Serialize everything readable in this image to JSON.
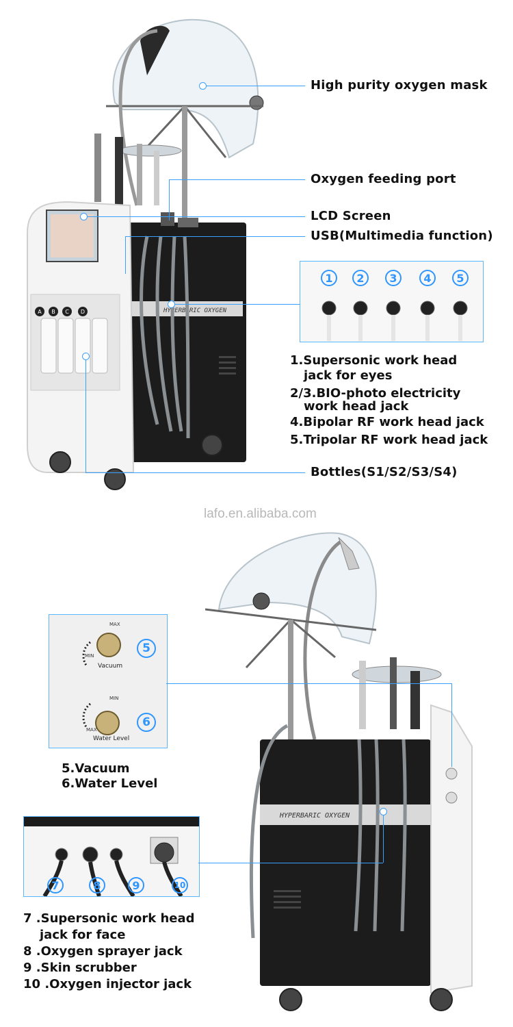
{
  "callouts": {
    "mask": "High purity oxygen mask",
    "feeding_port": "Oxygen feeding port",
    "lcd": "LCD Screen",
    "usb": "USB(Multimedia function)",
    "bottles": "Bottles(S1/S2/S3/S4)"
  },
  "jacks_top": {
    "numbers": [
      "1",
      "2",
      "3",
      "4",
      "5"
    ],
    "legend": [
      {
        "line1": "1.Supersonic work head",
        "line2": "jack for eyes"
      },
      {
        "line1": "2/3.BIO-photo electricity",
        "line2": "work head jack"
      },
      {
        "line1": "4.Bipolar RF work head jack",
        "line2": ""
      },
      {
        "line1": "5.Tripolar RF work head jack",
        "line2": ""
      }
    ]
  },
  "bottle_labels": [
    "A",
    "B",
    "C",
    "D"
  ],
  "machine_text": {
    "top_panel": "HYPERBARIC OXYGEN",
    "bottom_panel": "HYPERBARIC OXYGEN"
  },
  "watermark": "lafo.en.alibaba.com",
  "knobs": {
    "vacuum": {
      "label": "Vacuum",
      "min": "MIN",
      "max": "MAX",
      "number": "5"
    },
    "water": {
      "label": "Water Level",
      "min": "MIN",
      "max": "MAX",
      "number": "6"
    },
    "legend": [
      "5.Vacuum",
      "6.Water Level"
    ]
  },
  "jacks_bottom": {
    "numbers": [
      "7",
      "8",
      "9",
      "10"
    ],
    "legend": [
      {
        "line1": "7 .Supersonic work head",
        "line2": "jack for face"
      },
      {
        "line1": "8 .Oxygen sprayer jack",
        "line2": ""
      },
      {
        "line1": "9 .Skin scrubber",
        "line2": ""
      },
      {
        "line1": "10 .Oxygen injector jack",
        "line2": ""
      }
    ]
  },
  "colors": {
    "accent": "#2f96ff",
    "cabinet": "#1c1c1c",
    "shell": "#f4f4f4"
  }
}
